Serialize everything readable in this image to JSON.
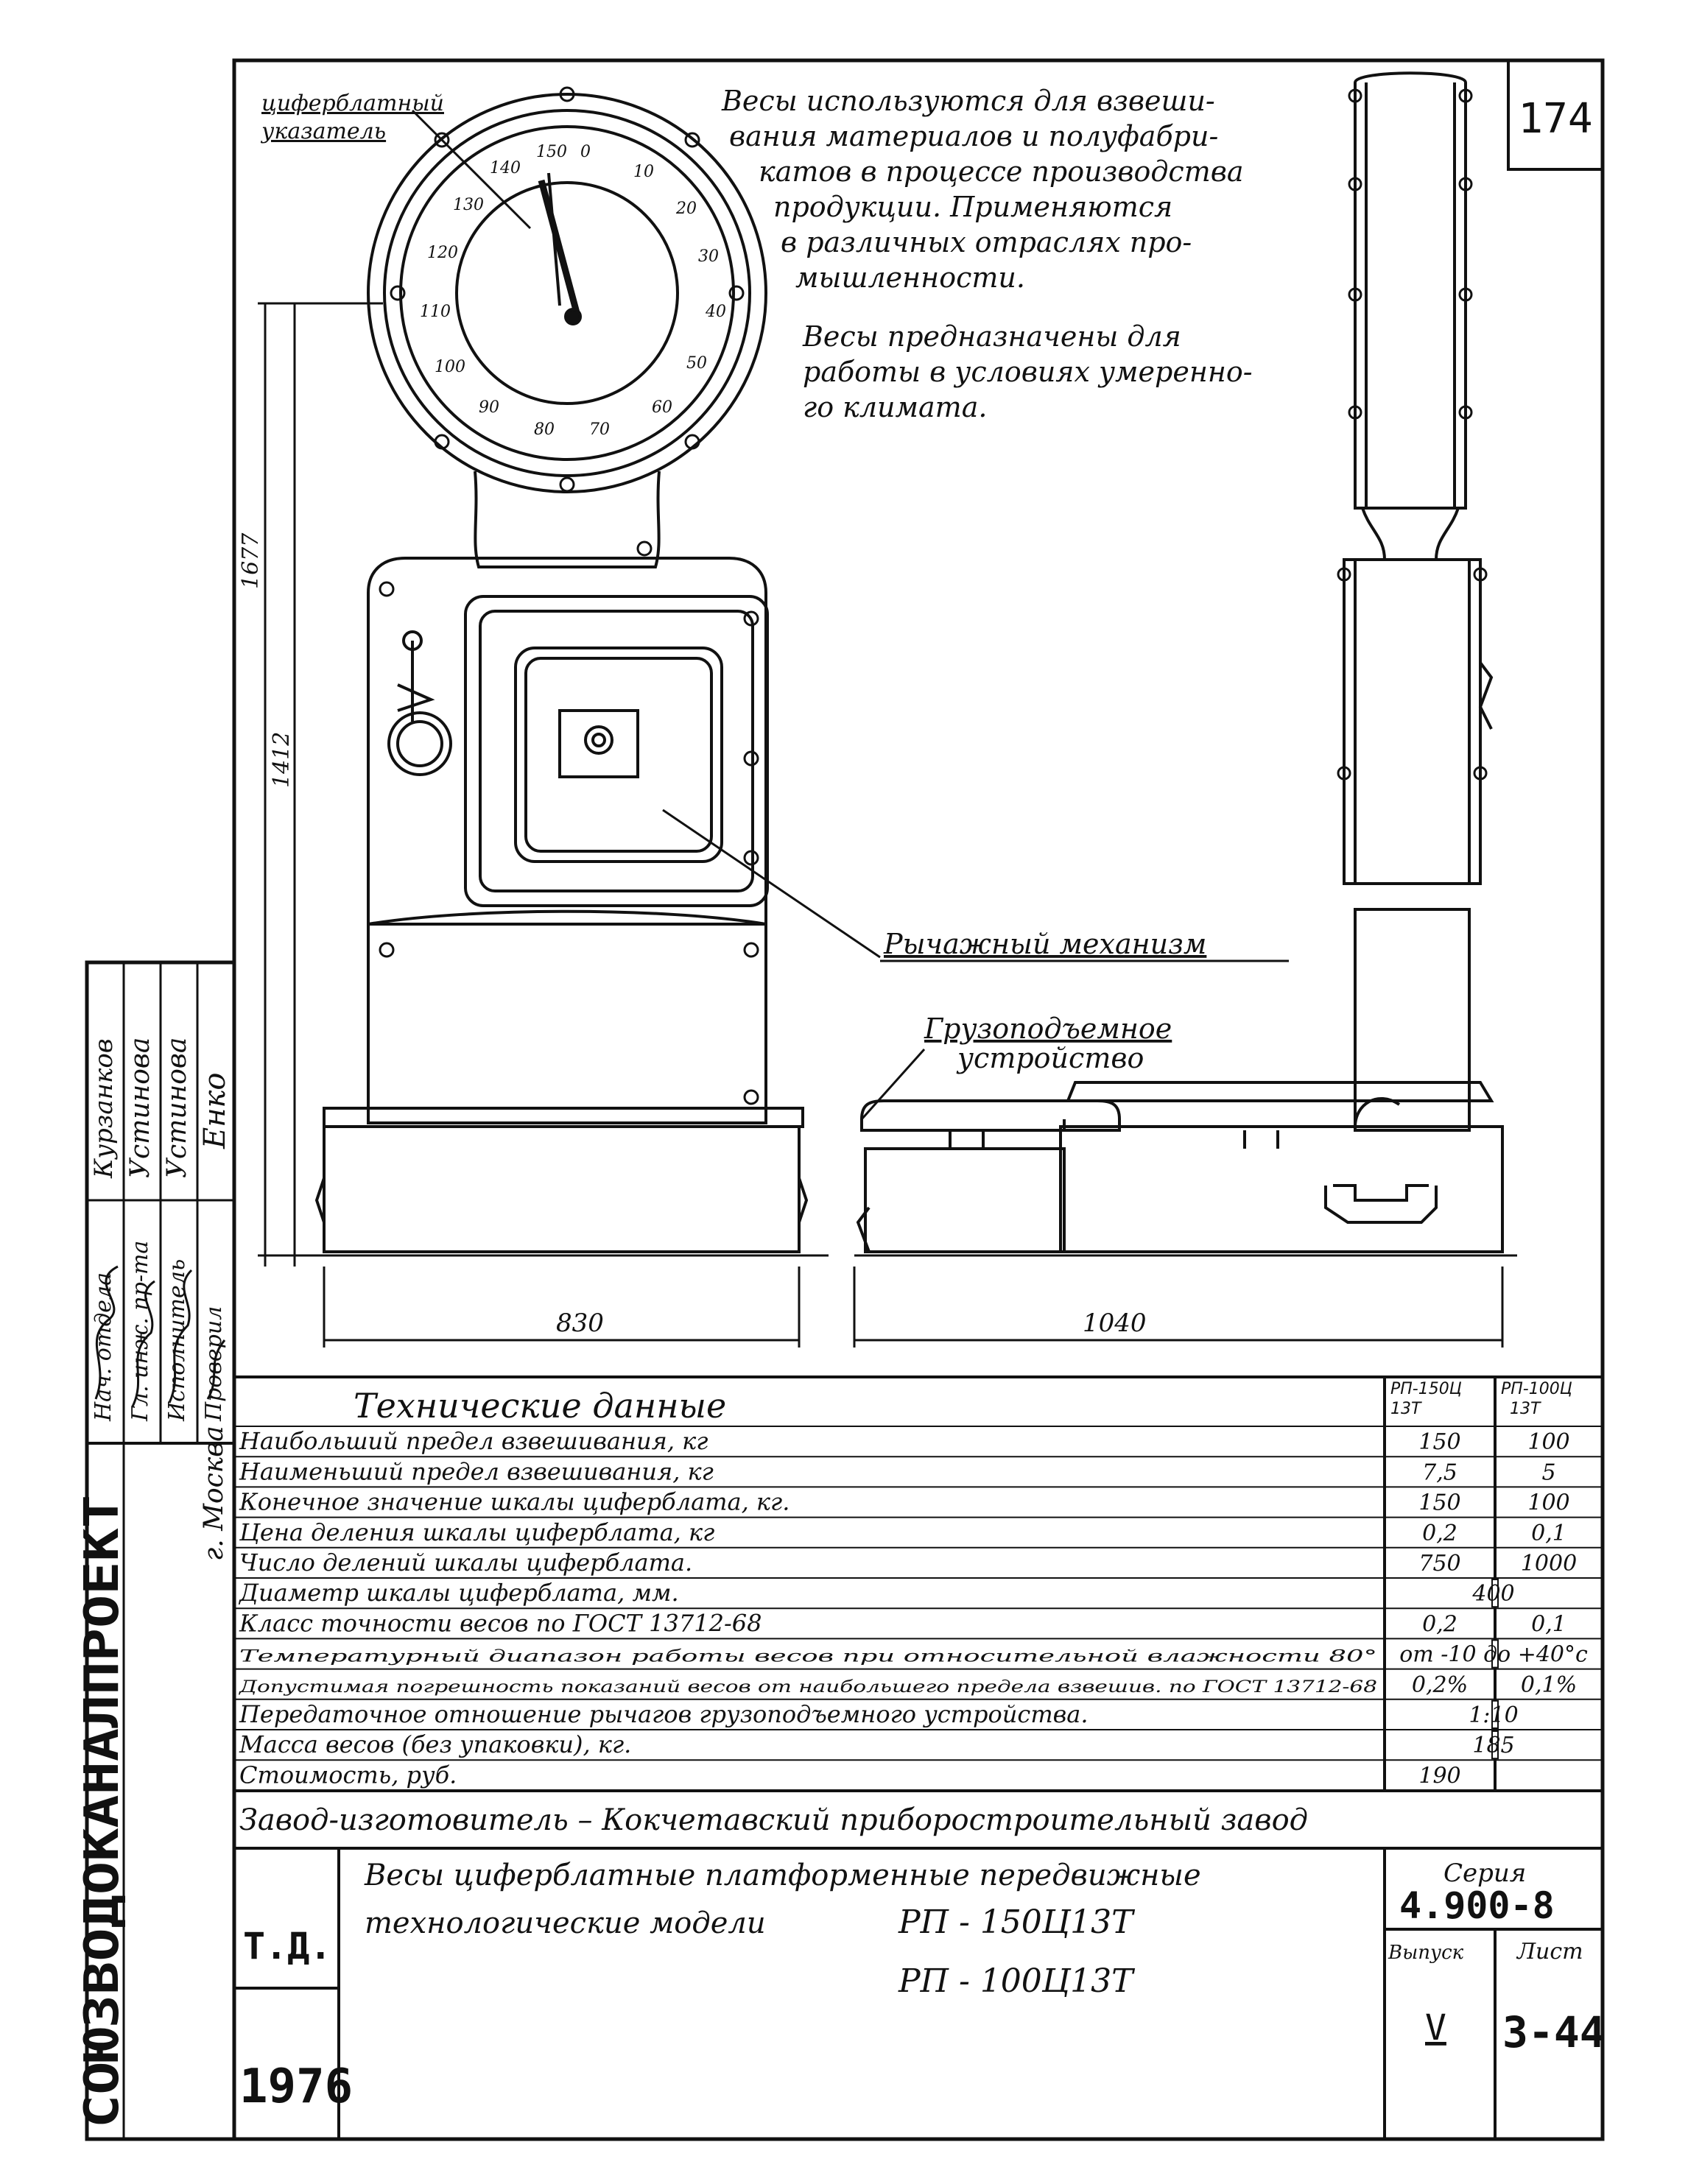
{
  "sheet": {
    "number": "174",
    "org_stamp": "СОЮЗВОДОКАНАЛПРОЕКТ",
    "city": "г. Москва"
  },
  "drawing": {
    "dial_pointer_label_1": "циферблатный",
    "dial_pointer_label_2": "указатель",
    "dial_numbers": [
      "150",
      "0",
      "10",
      "20",
      "30",
      "40",
      "50",
      "60",
      "70",
      "80",
      "90",
      "100",
      "110",
      "120",
      "130",
      "140"
    ],
    "lever_mechanism_label": "Рычажный механизм",
    "load_device_label_1": "Грузоподъемное",
    "load_device_label_2": "устройство",
    "dim_height_total": "1677",
    "dim_height_body": "1412",
    "dim_width_front": "830",
    "dim_width_side": "1040"
  },
  "description": {
    "para1": [
      "Весы используются для взвеши-",
      "вания материалов и полуфабри-",
      "катов в процессе производства",
      "продукции. Применяются",
      "в различных отраслях про-",
      "мышленности."
    ],
    "para2": [
      "Весы предназначены для",
      "работы в условиях умеренно-",
      "го климата."
    ]
  },
  "approvals": {
    "roles": [
      "Нач. отдела",
      "Гл. инж. пр-та",
      "Исполнитель",
      "Проверил"
    ],
    "names": [
      "Курзанков",
      "Устинова",
      "Устинова",
      "Енко"
    ]
  },
  "tech_table": {
    "title": "Технические данные",
    "col1_header_1": "РП-150Ц",
    "col1_header_2": "13Т",
    "col2_header_1": "РП-100Ц",
    "col2_header_2": "13Т",
    "rows": [
      {
        "param": "Наибольший предел взвешивания, кг",
        "v1": "150",
        "v2": "100"
      },
      {
        "param": "Наименьший предел взвешивания, кг",
        "v1": "7,5",
        "v2": "5"
      },
      {
        "param": "Конечное значение шкалы циферблата, кг.",
        "v1": "150",
        "v2": "100"
      },
      {
        "param": "Цена деления шкалы циферблата, кг",
        "v1": "0,2",
        "v2": "0,1"
      },
      {
        "param": "Число делений шкалы циферблата.",
        "v1": "750",
        "v2": "1000"
      },
      {
        "param": "Диаметр шкалы циферблата, мм.",
        "merged": "400"
      },
      {
        "param": "Класс точности весов по ГОСТ 13712-68",
        "v1": "0,2",
        "v2": "0,1"
      },
      {
        "param": "Температурный диапазон работы весов при относительной влажности 80°",
        "merged": "от -10 до +40°с"
      },
      {
        "param": "Допустимая погрешность показаний весов от наибольшего предела взвешив. по ГОСТ 13712-68",
        "v1": "0,2%",
        "v2": "0,1%"
      },
      {
        "param": "Передаточное отношение рычагов грузоподъемного устройства.",
        "merged": "1:10"
      },
      {
        "param": "Масса весов (без упаковки), кг.",
        "merged": "185"
      },
      {
        "param": "Стоимость, руб.",
        "v1": "190",
        "v2": ""
      }
    ],
    "manufacturer": "Завод-изготовитель – Кокчетавский приборостроительный завод"
  },
  "title_block": {
    "doc_type": "Т.Д.",
    "year": "1976",
    "title_line1": "Весы циферблатные платформенные передвижные",
    "title_line2": "технологические модели",
    "model_1": "РП - 150Ц13Т",
    "model_2": "РП - 100Ц13Т",
    "series_label": "Серия",
    "series_value": "4.900-8",
    "issue_label": "Выпуск",
    "issue_value": "V",
    "sheet_label": "Лист",
    "sheet_value": "3-44"
  }
}
